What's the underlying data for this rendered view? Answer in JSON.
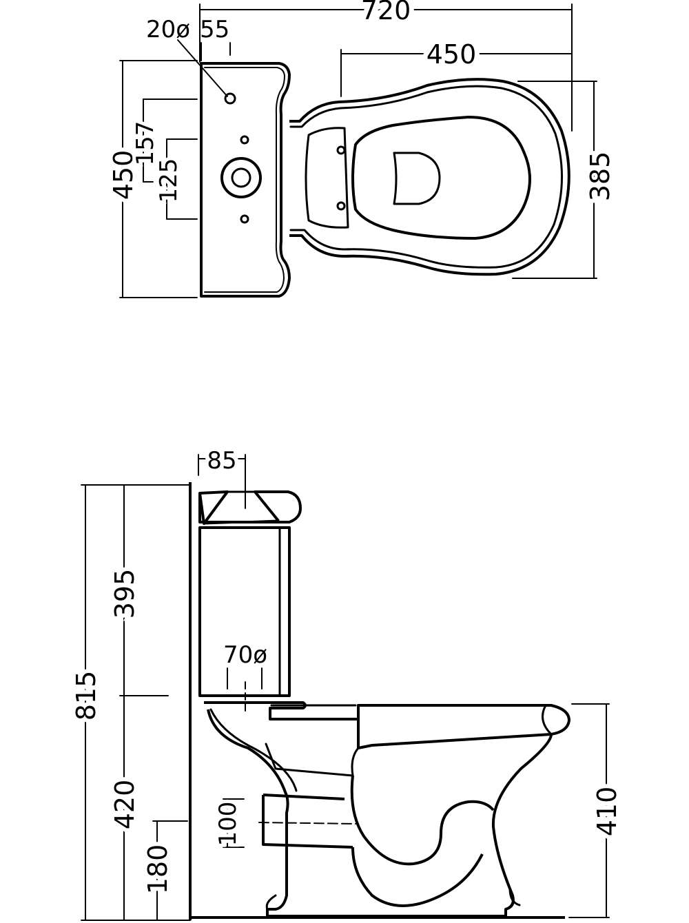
{
  "top_view": {
    "overall_length": "720",
    "bowl_length": "450",
    "inlet_hole_diameter": "20ø",
    "inlet_hole_offset": "55",
    "tank_width": "450",
    "bolt_spacing_outer": "157",
    "bolt_spacing_inner": "125",
    "bowl_width": "385"
  },
  "side_view": {
    "cap_offset": "85",
    "tank_height": "395",
    "total_height": "815",
    "flush_pipe_diameter": "70ø",
    "seat_height": "420",
    "outlet_height": "180",
    "outlet_diameter": "100",
    "bowl_height": "410"
  }
}
